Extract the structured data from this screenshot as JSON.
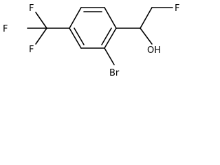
{
  "molecule": {
    "atom_labels": {
      "fluorine_left": "F",
      "fluorine_top": "F",
      "fluorine_bottom": "F",
      "fluorine_side_chain": "F",
      "hydroxyl": "OH",
      "bromine": "Br"
    }
  }
}
